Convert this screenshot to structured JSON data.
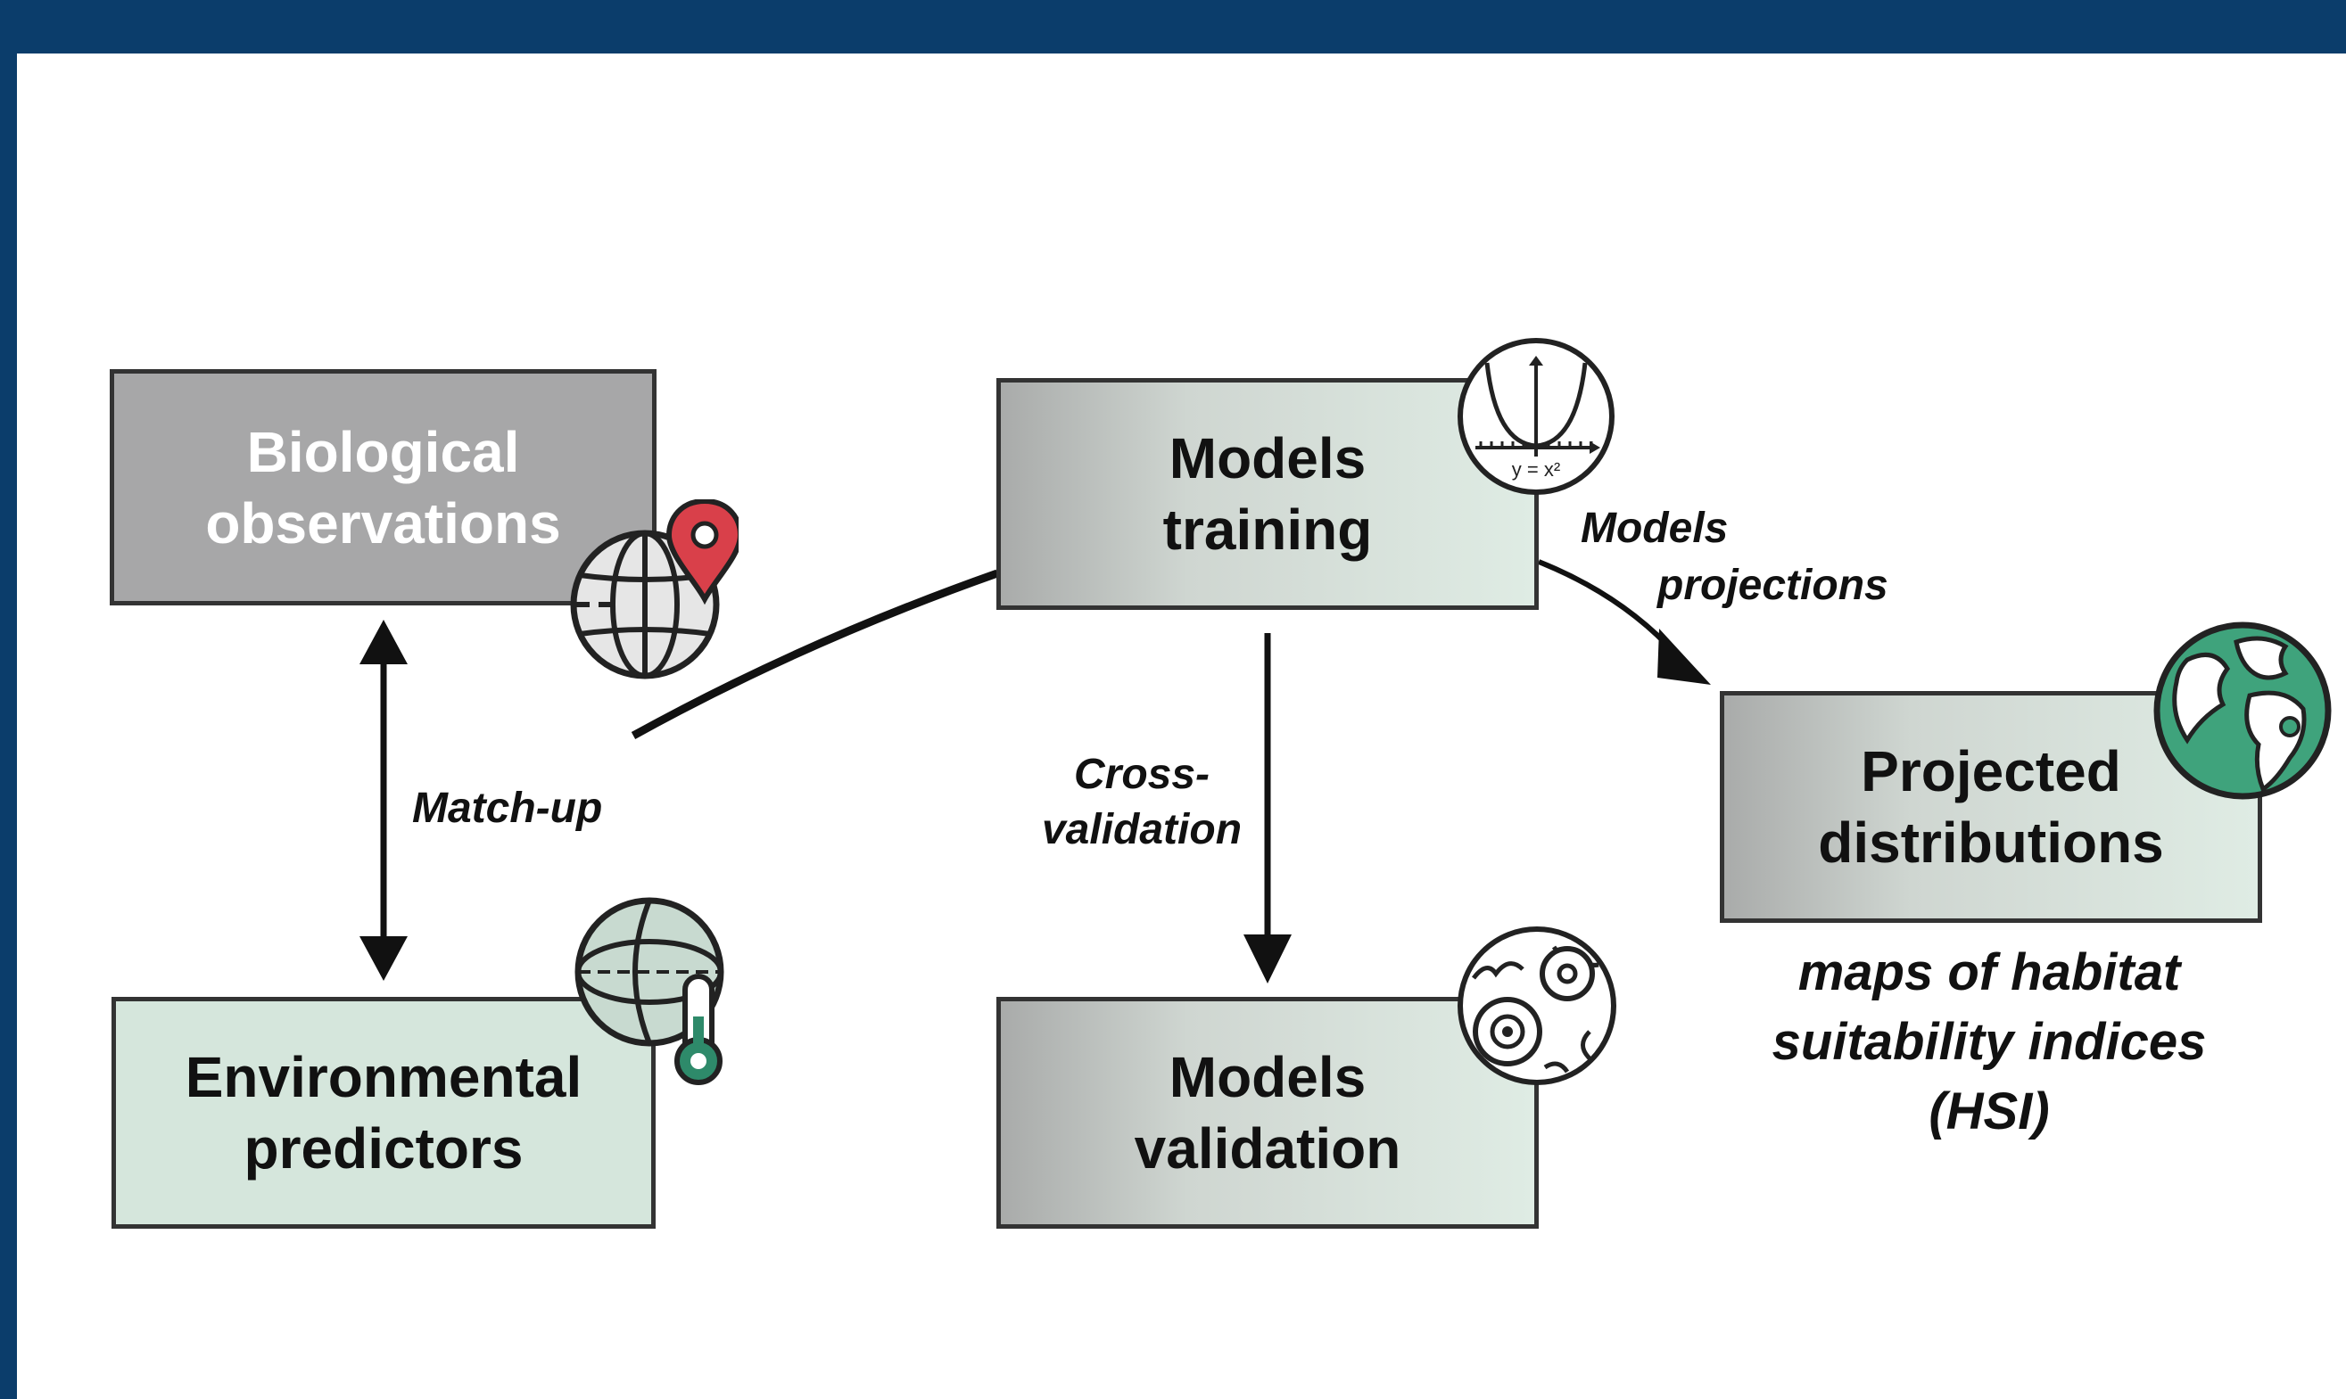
{
  "boxes": {
    "biological": [
      "Biological",
      "observations"
    ],
    "environmental": [
      "Environmental",
      "predictors"
    ],
    "training": [
      "Models",
      "training"
    ],
    "validation": [
      "Models",
      "validation"
    ],
    "projected": [
      "Projected",
      "distributions"
    ]
  },
  "edge_labels": {
    "matchup": "Match-up",
    "crossvalidation": [
      "Cross-",
      "validation"
    ],
    "projections": [
      "Models",
      "projections"
    ]
  },
  "caption": [
    "maps of habitat",
    "suitability indices",
    "(HSI)"
  ],
  "formula": "y = x²",
  "icons": [
    "globe-pin-icon",
    "globe-thermometer-icon",
    "parabola-graph-icon",
    "eye-icon",
    "earth-icon"
  ],
  "colors": {
    "frame": "#0b3d6b",
    "grey_box": "#a7a7a8",
    "green_box": "#d5e6dc",
    "pin": "#d9404a",
    "earth_green": "#3fa37c",
    "thermometer": "#2e8a6a"
  }
}
